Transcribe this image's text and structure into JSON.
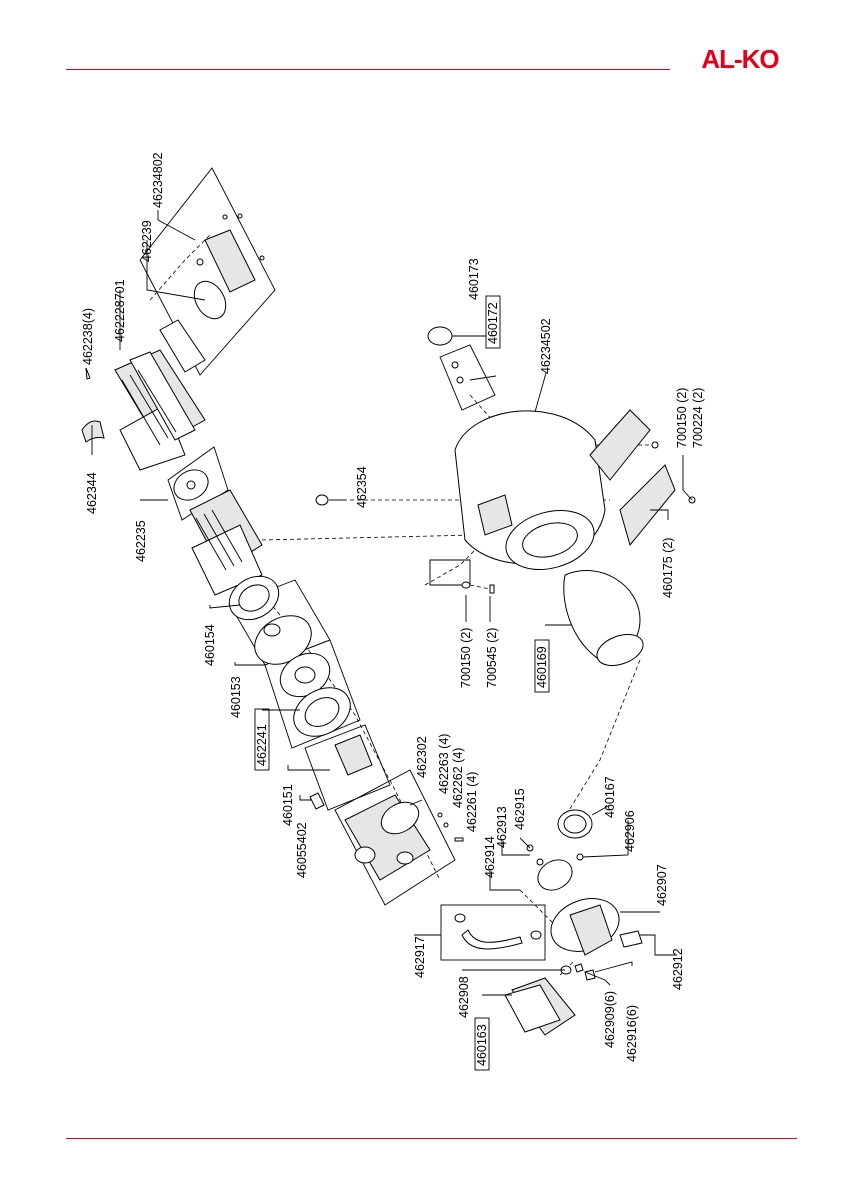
{
  "brand": {
    "logo_text": "AL-KO",
    "accent_color": "#e2001a"
  },
  "labels": {
    "p462344": "462344",
    "p462238": "462238(4)",
    "p462228701": "462228701",
    "p462239": "462239",
    "p46234802": "46234802",
    "p462235": "462235",
    "p462354": "462354",
    "p460154": "460154",
    "p460153": "460153",
    "p462241": "462241",
    "p460151": "460151",
    "p46055402": "46055402",
    "p462302": "462302",
    "p462263": "462263 (4)",
    "p462262": "462262 (4)",
    "p462261": "462261 (4)",
    "p462917": "462917",
    "p462908": "462908",
    "p460163": "460163",
    "p462914": "462914",
    "p462913": "462913",
    "p462915": "462915",
    "p460167": "460167",
    "p462906": "462906",
    "p462907": "462907",
    "p462912": "462912",
    "p462909": "462909(6)",
    "p462916": "462916(6)",
    "p460173": "460173",
    "p460172": "460172",
    "p46234502": "46234502",
    "p700150a": "700150 (2)",
    "p700224": "700224 (2)",
    "p460175": "460175 (2)",
    "p700150b": "700150 (2)",
    "p700545": "700545 (2)",
    "p460169": "460169"
  }
}
